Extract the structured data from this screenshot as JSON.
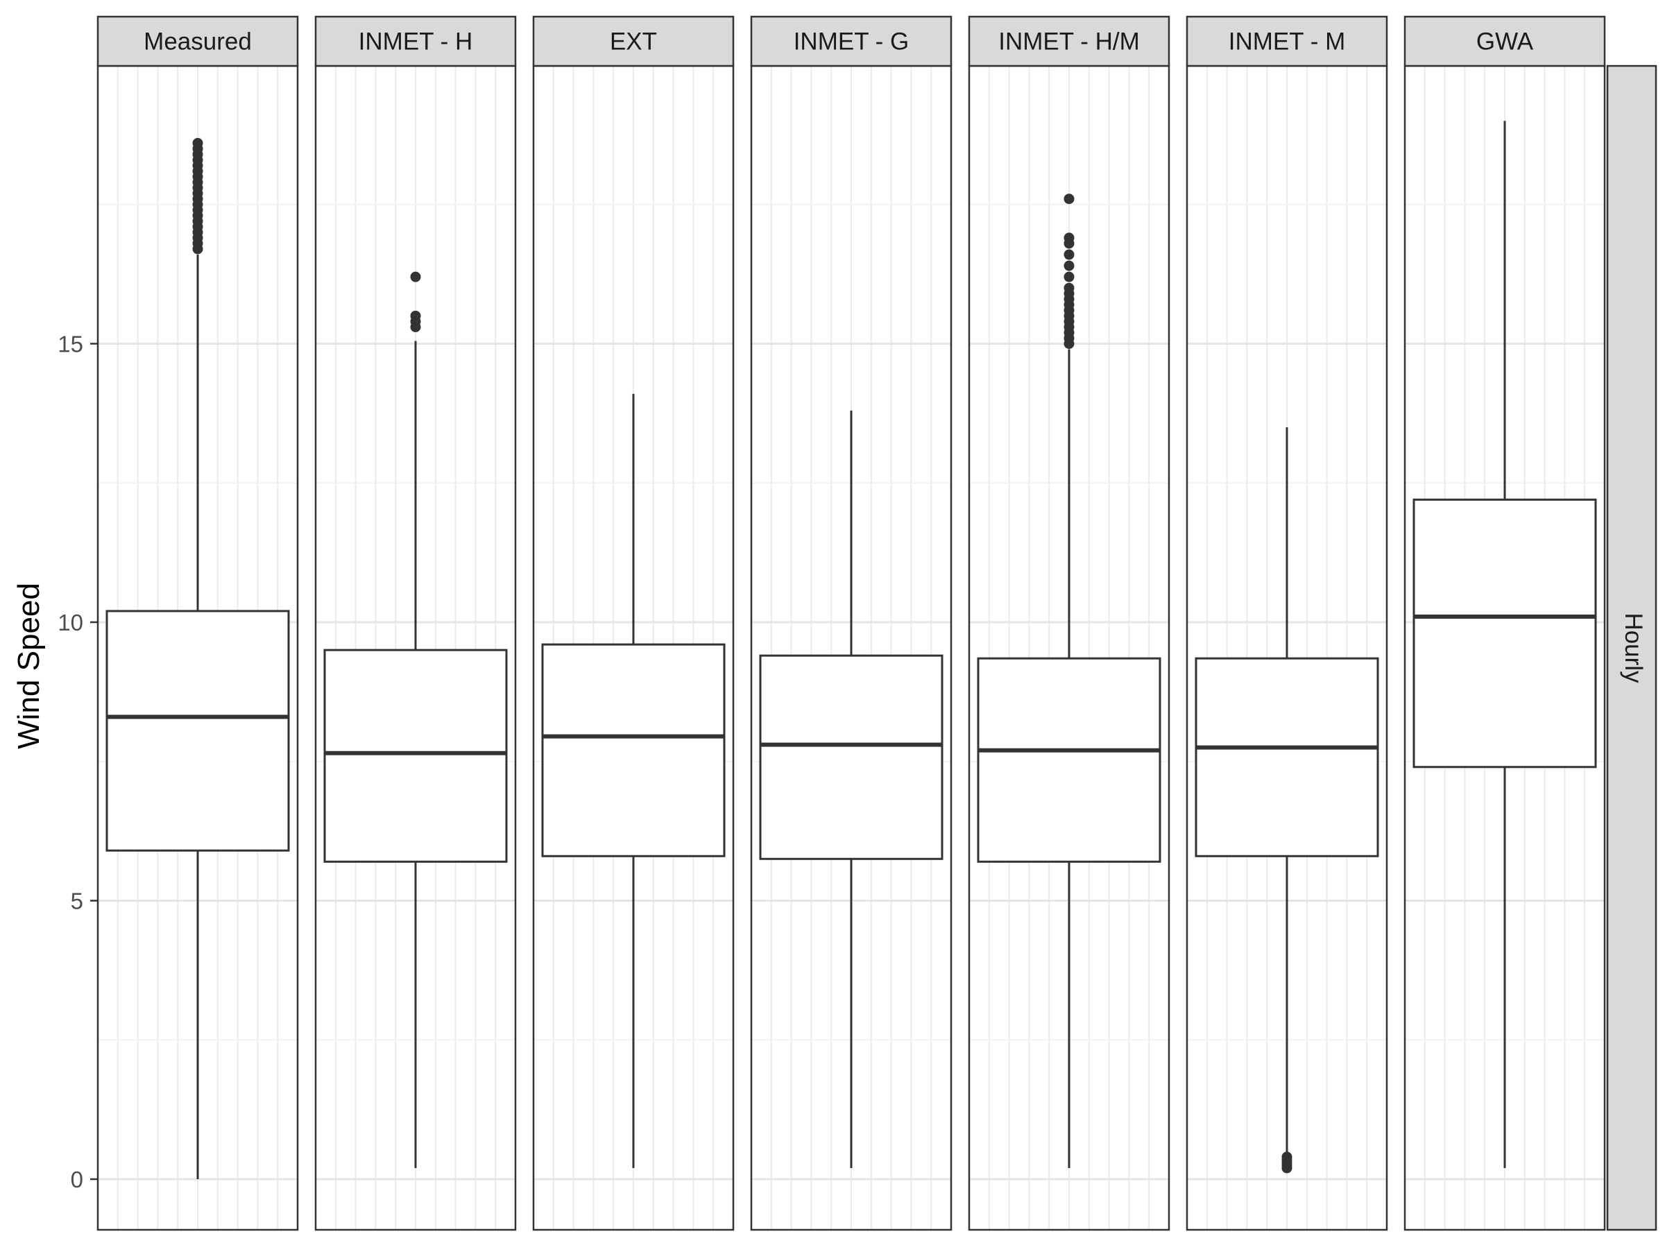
{
  "chart_data": {
    "type": "boxplot",
    "ylabel": "Wind Speed",
    "xlabel": "",
    "ylim": [
      -0.75,
      19.7
    ],
    "y_ticks": [
      0,
      5,
      10,
      15
    ],
    "grid": true,
    "row_strip": "Hourly",
    "panels": [
      {
        "label": "Measured",
        "whisker_low": 0.0,
        "q1": 5.9,
        "median": 8.3,
        "q3": 10.2,
        "whisker_high": 16.6,
        "outliers": [
          16.7,
          16.8,
          16.9,
          17.0,
          17.1,
          17.2,
          17.3,
          17.4,
          17.5,
          17.6,
          17.7,
          17.8,
          17.9,
          18.0,
          18.1,
          18.2,
          18.3,
          18.4,
          18.5,
          18.6
        ]
      },
      {
        "label": "INMET - H",
        "whisker_low": 0.2,
        "q1": 5.7,
        "median": 7.65,
        "q3": 9.5,
        "whisker_high": 15.05,
        "outliers": [
          15.3,
          15.4,
          15.5,
          16.2
        ]
      },
      {
        "label": "EXT",
        "whisker_low": 0.2,
        "q1": 5.8,
        "median": 7.95,
        "q3": 9.6,
        "whisker_high": 14.1,
        "outliers": []
      },
      {
        "label": "INMET - G",
        "whisker_low": 0.2,
        "q1": 5.75,
        "median": 7.8,
        "q3": 9.4,
        "whisker_high": 13.8,
        "outliers": []
      },
      {
        "label": "INMET - H/M",
        "whisker_low": 0.2,
        "q1": 5.7,
        "median": 7.7,
        "q3": 9.35,
        "whisker_high": 14.9,
        "outliers": [
          15.0,
          15.1,
          15.2,
          15.3,
          15.4,
          15.5,
          15.6,
          15.7,
          15.8,
          15.9,
          16.0,
          16.2,
          16.4,
          16.6,
          16.8,
          16.9,
          17.6
        ]
      },
      {
        "label": "INMET - M",
        "whisker_low": 0.45,
        "q1": 5.8,
        "median": 7.75,
        "q3": 9.35,
        "whisker_high": 13.5,
        "outliers": [
          0.2,
          0.25,
          0.3,
          0.35,
          0.4
        ]
      },
      {
        "label": "GWA",
        "whisker_low": 0.2,
        "q1": 7.4,
        "median": 10.1,
        "q3": 12.2,
        "whisker_high": 19.0,
        "outliers": []
      }
    ]
  }
}
